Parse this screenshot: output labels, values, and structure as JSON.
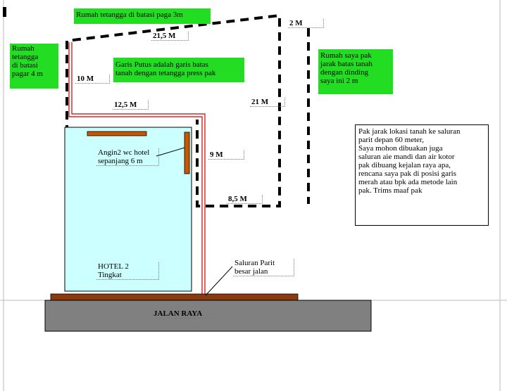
{
  "labels": {
    "top_neighbor": "Rumah tetangga di batasi paga 3m",
    "left_neighbor": [
      "Rumah",
      "tetangga",
      "di batasi",
      "pagar 4 m"
    ],
    "dashed_note": [
      "Garis Putus adalah garis batas",
      "tanah dengan tetangga press pak"
    ],
    "right_house": [
      "Rumah saya pak",
      "jarak batas tanah",
      "dengan dinding",
      "saya ini 2 m"
    ],
    "wc_label": [
      "Angin2 wc hotel",
      "sepanjang 6 m"
    ],
    "hotel_label": [
      "HOTEL 2",
      "Tingkat"
    ],
    "channel_label": [
      "Saluran Parit",
      "besar jalan"
    ],
    "road_label": "JALAN RAYA"
  },
  "dimensions": {
    "d_21_5": "21,5 M",
    "d_2": "2 M",
    "d_10": "10 M",
    "d_12_5": "12,5 M",
    "d_21": "21 M",
    "d_9": "9 M",
    "d_8_5": "8,5 M"
  },
  "note": [
    "Pak jarak lokasi tanah ke saluran",
    "parit depan 60 meter,",
    "Saya mohon dibuakan juga",
    "saluran aie mandi dan air kotor",
    "pak  dibuang kejalan raya apa,",
    "rencana saya pak di posisi garis",
    "merah atau bpk  ada metode lain",
    "pak. Trims maaf pak"
  ],
  "colors": {
    "green": "#22dd22",
    "hotel_fill": "#ccffff",
    "road_fill": "#808080",
    "brown": "#8b3a10",
    "orange": "#cc5500",
    "red_line": "#cc0000"
  }
}
